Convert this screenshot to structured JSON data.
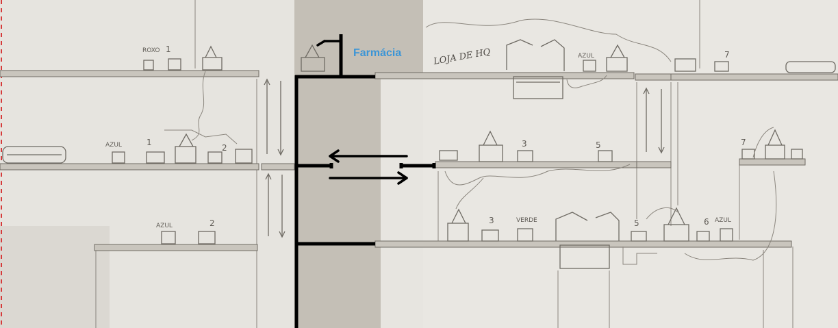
{
  "labels": {
    "farmacia": "Farmácia",
    "loja": "LOJA DE HQ",
    "roxo": "ROXO",
    "azul_a": "AZUL",
    "azul_b": "AZUL",
    "azul_c": "AZUL",
    "azul_d": "AZUL",
    "verde": "VERDE",
    "n1_top": "1",
    "n1_mid": "1",
    "n2_mid": "2",
    "n2_low": "2",
    "n3_mid": "3",
    "n3_low": "3",
    "n5_mid": "5",
    "n5_low": "5",
    "n6_low": "6",
    "n7_top": "7",
    "n7_right": "7"
  },
  "colors": {
    "farmacia_label": "#3c95d6",
    "ink": "#000000",
    "paper": "#e9e7e2",
    "wall": "#c4bfb6"
  }
}
